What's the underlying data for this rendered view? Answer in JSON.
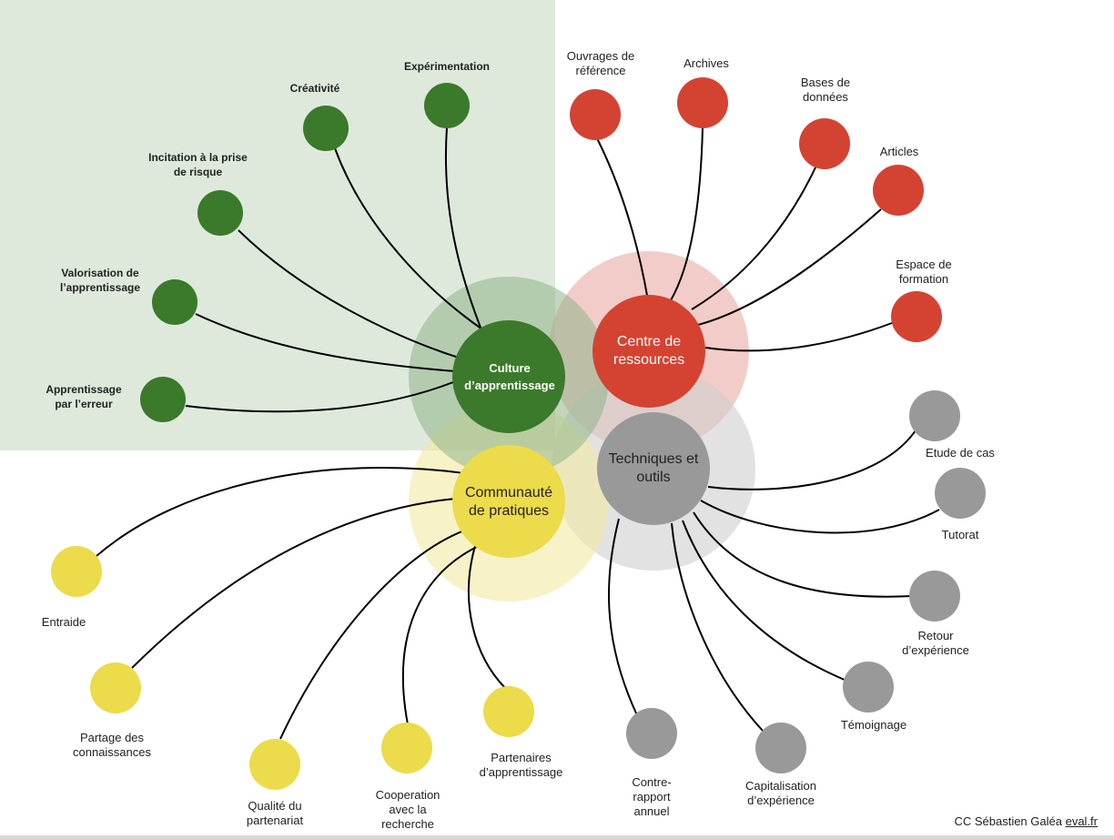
{
  "colors": {
    "green": "#3a7a2a",
    "red": "#d44332",
    "gray": "#999999",
    "yellow": "#ecdb4a",
    "green_bg": "#dee9dc"
  },
  "hubs": {
    "culture": "Culture d’apprentissage",
    "centre": "Centre de ressources",
    "techniques": "Techniques et outils",
    "communaute": "Communauté de pratiques"
  },
  "culture_nodes": {
    "experimentation": "Expérimentation",
    "creativite": "Créativité",
    "incitation": "Incitation à la prise de risque",
    "valorisation": "Valorisation de l’apprentissage",
    "apprentissage_erreur": "Apprentissage par l’erreur"
  },
  "centre_nodes": {
    "ouvrages": "Ouvrages de référence",
    "archives": "Archives",
    "bases": "Bases de données",
    "articles": "Articles",
    "espace": "Espace de formation"
  },
  "techniques_nodes": {
    "etude": "Etude de cas",
    "tutorat": "Tutorat",
    "retour": "Retour d’expérience",
    "temoignage": "Témoignage",
    "capitalisation": "Capitalisation d’expérience",
    "contre_rapport": "Contre-rapport annuel"
  },
  "communaute_nodes": {
    "entraide": "Entraide",
    "partage": "Partage des connaissances",
    "qualite": "Qualité du partenariat",
    "cooperation": "Cooperation avec la recherche",
    "partenaires": "Partenaires d’apprentissage"
  },
  "credit": {
    "text": "CC Sébastien Galéa",
    "link": "eval.fr"
  }
}
